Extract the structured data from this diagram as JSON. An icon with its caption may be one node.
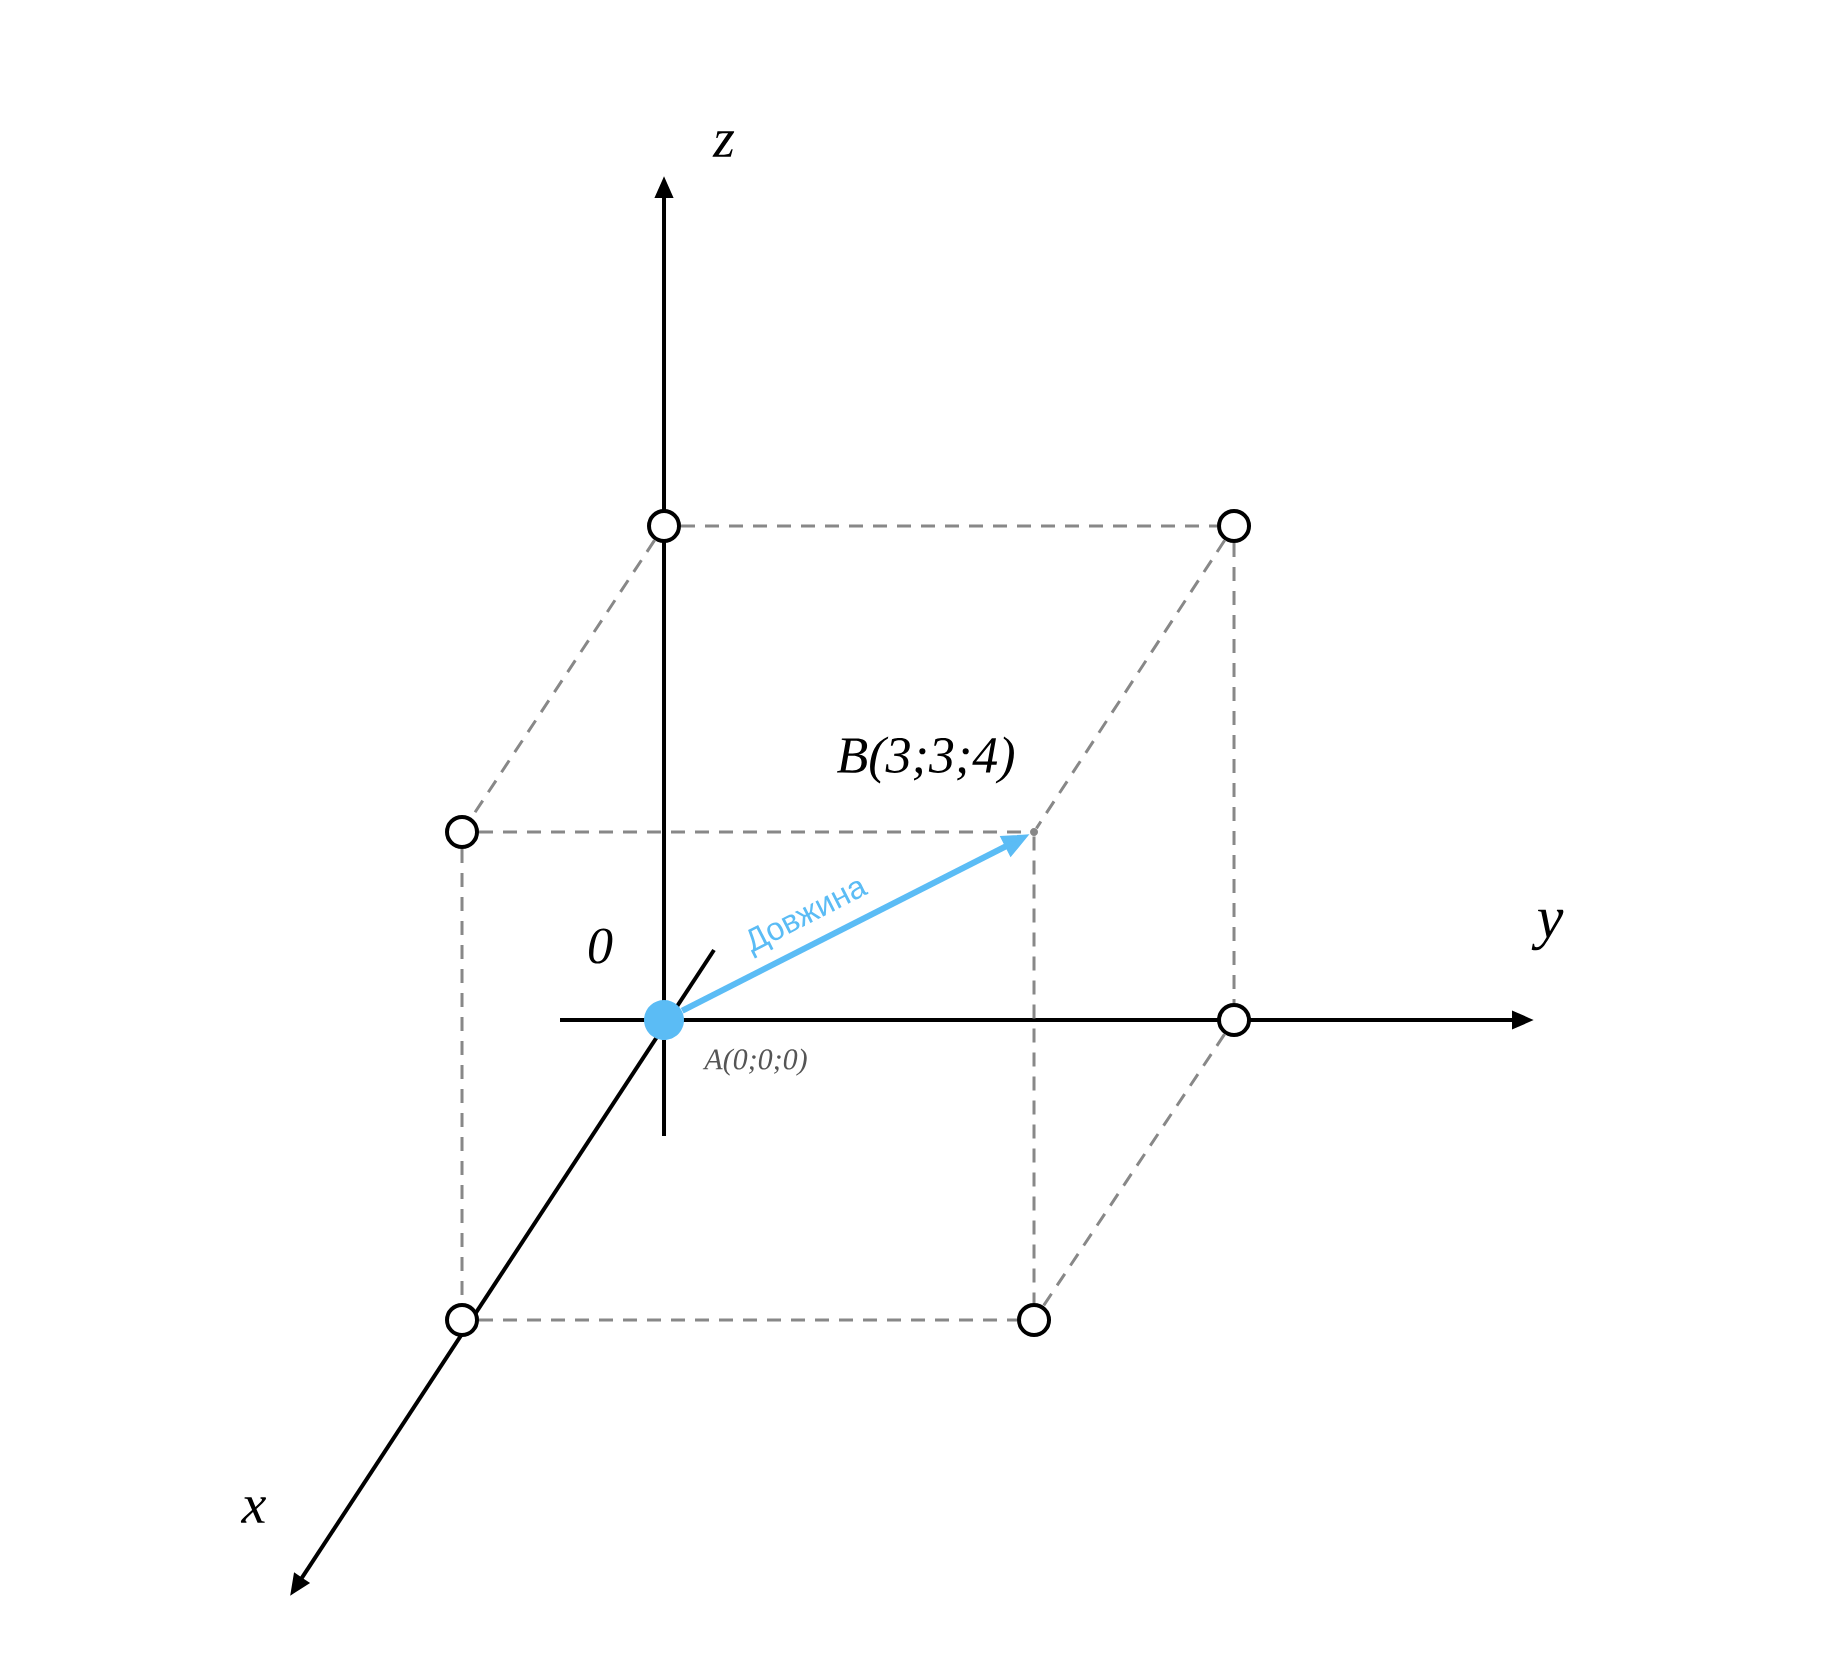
{
  "diagram": {
    "nodes": [
      {
        "text": [],
        "shape": "circle"
      },
      {
        "text": [],
        "shape": "circle"
      },
      {
        "text": [],
        "shape": "circle"
      },
      {
        "text": [],
        "shape": "point",
        "beside": [
          "B(3;3;4)"
        ]
      },
      {
        "text": [],
        "shape": "dot",
        "beside": [
          "A(0;0;0)"
        ]
      },
      {
        "text": [],
        "shape": "circle"
      },
      {
        "text": [],
        "shape": "circle"
      },
      {
        "text": [],
        "shape": "circle"
      }
    ],
    "edges": [
      {
        "from": 4,
        "to": 3,
        "arrow": "to",
        "label": "Довжина",
        "color": "#5bbcf5",
        "style": "thick"
      },
      {
        "from": 0,
        "to": 1,
        "arrow": "none",
        "style": "dashed"
      },
      {
        "from": 0,
        "to": 2,
        "arrow": "none",
        "style": "dashed"
      },
      {
        "from": 1,
        "to": 3,
        "arrow": "none",
        "style": "dashed"
      },
      {
        "from": 1,
        "to": 5,
        "arrow": "none",
        "style": "dashed"
      },
      {
        "from": 2,
        "to": 3,
        "arrow": "none",
        "style": "dashed"
      },
      {
        "from": 2,
        "to": 6,
        "arrow": "none",
        "style": "dashed"
      },
      {
        "from": 3,
        "to": 7,
        "arrow": "none",
        "style": "dashed"
      },
      {
        "from": 6,
        "to": 7,
        "arrow": "none",
        "style": "dashed"
      },
      {
        "from": 5,
        "to": 7,
        "arrow": "none",
        "style": "dashed"
      }
    ],
    "labels": [
      "z",
      "y",
      "0",
      "x"
    ]
  }
}
